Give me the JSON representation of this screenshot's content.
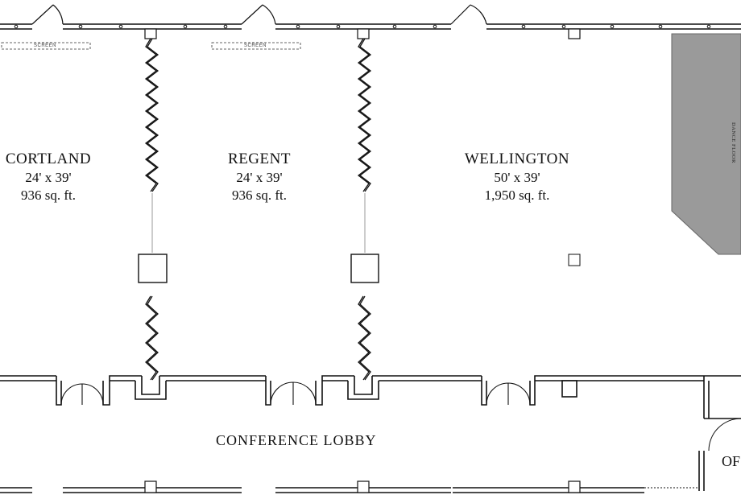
{
  "rooms": {
    "cortland": {
      "name": "CORTLAND",
      "dims": "24' x 39'",
      "area": "936 sq. ft."
    },
    "regent": {
      "name": "REGENT",
      "dims": "24' x 39'",
      "area": "936 sq. ft."
    },
    "wellington": {
      "name": "WELLINGTON",
      "dims": "50' x 39'",
      "area": "1,950 sq. ft."
    }
  },
  "lobby": {
    "label": "CONFERENCE LOBBY"
  },
  "screens": {
    "label": "SCREEN"
  },
  "dance_floor": {
    "label": "DANCE FLOOR",
    "color": "#9a9a9a"
  },
  "partial_room": {
    "label": "OF"
  },
  "colors": {
    "wall": "#111111",
    "fill": "#ffffff"
  }
}
